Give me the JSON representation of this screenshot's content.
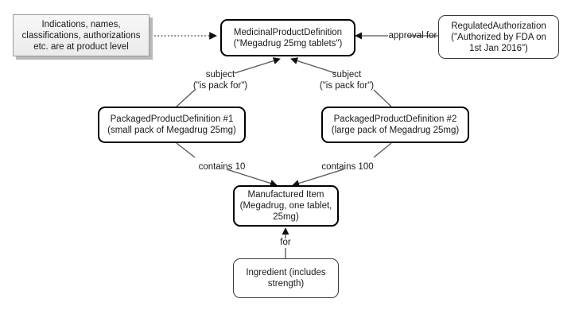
{
  "diagram": {
    "title": "FHIR Medicinal Product Definition example diagram",
    "background": "#ffffff",
    "line_color": "#555555",
    "strong_border_color": "#000000",
    "thin_border_color": "#3a3a3a",
    "note_fill": "#efefef",
    "note_border": "#9a9a9a",
    "note_shadow": "#b9b9b9"
  },
  "note": {
    "text": "Indications, names,\nclassifications, authorizations\netc. are at product level"
  },
  "nodes": {
    "medicinal_product": {
      "text": "MedicinalProductDefinition\n(\"Megadrug 25mg tablets\")"
    },
    "regulated_authorization": {
      "text": "RegulatedAuthorization\n(\"Authorized by FDA on\n1st Jan 2016\")"
    },
    "packaged_product_1": {
      "text": "PackagedProductDefinition #1\n(small pack of Megadrug 25mg)"
    },
    "packaged_product_2": {
      "text": "PackagedProductDefinition #2\n(large pack of Megadrug 25mg)"
    },
    "manufactured_item": {
      "text": "Manufactured Item\n(Megadrug, one tablet,\n25mg)"
    },
    "ingredient": {
      "text": "Ingredient (includes\nstrength)"
    }
  },
  "edge_labels": {
    "approval_for": "approval for",
    "subject_left": "subject\n(\"is pack for\")",
    "subject_right": "subject\n(\"is pack for\")",
    "contains_left": "contains 10",
    "contains_right": "contains 100",
    "for_label": "for"
  }
}
